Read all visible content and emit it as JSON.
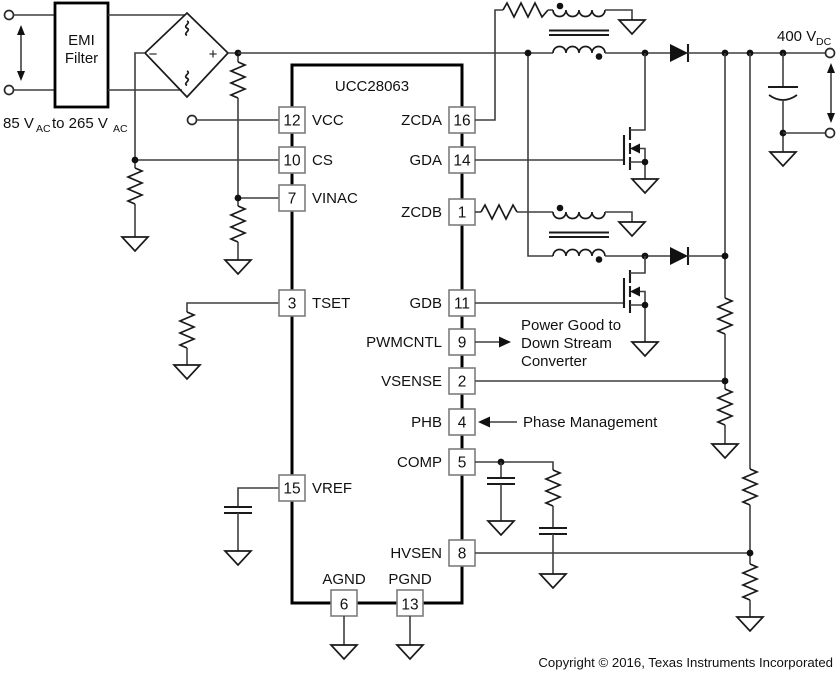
{
  "schematic": {
    "ic": {
      "name": "UCC28063",
      "left_pins": [
        {
          "num": "12",
          "label": "VCC"
        },
        {
          "num": "10",
          "label": "CS"
        },
        {
          "num": "7",
          "label": "VINAC"
        },
        {
          "num": "3",
          "label": "TSET"
        },
        {
          "num": "15",
          "label": "VREF"
        }
      ],
      "right_pins": [
        {
          "num": "16",
          "label": "ZCDA"
        },
        {
          "num": "14",
          "label": "GDA"
        },
        {
          "num": "1",
          "label": "ZCDB"
        },
        {
          "num": "11",
          "label": "GDB"
        },
        {
          "num": "9",
          "label": "PWMCNTL"
        },
        {
          "num": "2",
          "label": "VSENSE"
        },
        {
          "num": "4",
          "label": "PHB"
        },
        {
          "num": "5",
          "label": "COMP"
        },
        {
          "num": "8",
          "label": "HVSEN"
        }
      ],
      "bottom_pins": [
        {
          "num": "6",
          "label": "AGND"
        },
        {
          "num": "13",
          "label": "PGND"
        }
      ]
    },
    "emi_filter": {
      "line1": "EMI",
      "line2": "Filter"
    },
    "bridge": {
      "plus": "+",
      "minus": "−"
    },
    "input_range": {
      "value_low": "85 V",
      "sub_low": "AC",
      "value_high": "to 265 V",
      "sub_high": "AC"
    },
    "output": {
      "value": "400 V",
      "sub": "DC"
    },
    "annotations": {
      "pwmcntl_line1": "Power Good to",
      "pwmcntl_line2": "Down Stream",
      "pwmcntl_line3": "Converter",
      "phb": "Phase Management"
    },
    "copyright": "Copyright © 2016, Texas Instruments Incorporated",
    "colors": {
      "wire": "#3f3f3f",
      "component": "#1a1a1a",
      "pin_box_stroke": "#7d7d7d",
      "background": "#ffffff"
    }
  }
}
